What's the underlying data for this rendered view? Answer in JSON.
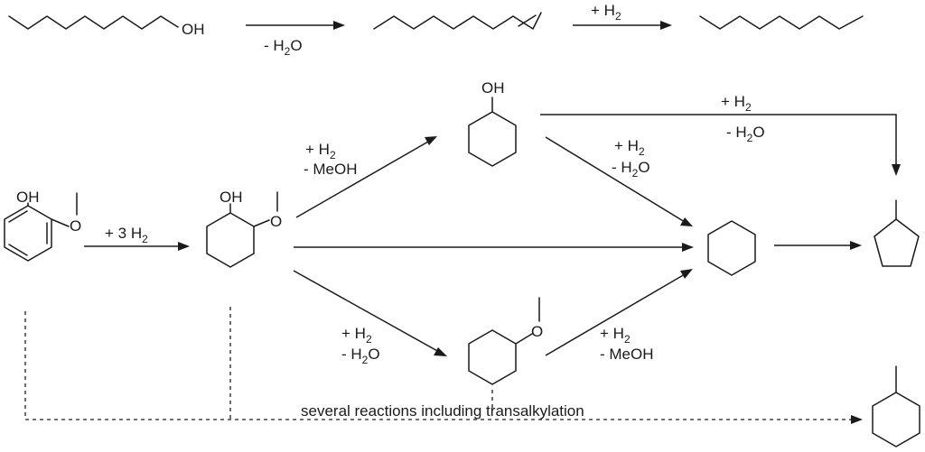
{
  "row1": {
    "reactant_group": "OH",
    "step1_condition": {
      "prefix": "- H",
      "sub": "2",
      "suffix": "O"
    },
    "step2_condition": {
      "prefix": "+ H",
      "sub": "2",
      "suffix": ""
    }
  },
  "guaiacol": {
    "oh": "OH",
    "o": "O"
  },
  "step_hydrogenation": {
    "prefix": "+ 3 H",
    "sub": "2"
  },
  "methoxycyclohexanol": {
    "oh": "OH",
    "o": "O"
  },
  "to_cyclohexanol": {
    "line1": {
      "prefix": "+ H",
      "sub": "2"
    },
    "line2": "- MeOH"
  },
  "cyclohexanol": {
    "oh": "OH"
  },
  "to_methylcyclopentane": {
    "line1": {
      "prefix": "+ H",
      "sub": "2"
    },
    "line2": {
      "prefix": "- H",
      "sub": "2",
      "suffix": "O"
    }
  },
  "cyclohexanol_to_cyclohexane": {
    "line1": {
      "prefix": "+ H",
      "sub": "2"
    },
    "line2": {
      "prefix": "- H",
      "sub": "2",
      "suffix": "O"
    }
  },
  "to_methoxycyclohexane": {
    "line1": {
      "prefix": "+ H",
      "sub": "2"
    },
    "line2": {
      "prefix": "- H",
      "sub": "2",
      "suffix": "O"
    }
  },
  "methoxycyclohexane": {
    "o": "O"
  },
  "methoxy_to_cyclohexane": {
    "line1": {
      "prefix": "+ H",
      "sub": "2"
    },
    "line2": "- MeOH"
  },
  "bottom_note": "several reactions including transalkylation"
}
